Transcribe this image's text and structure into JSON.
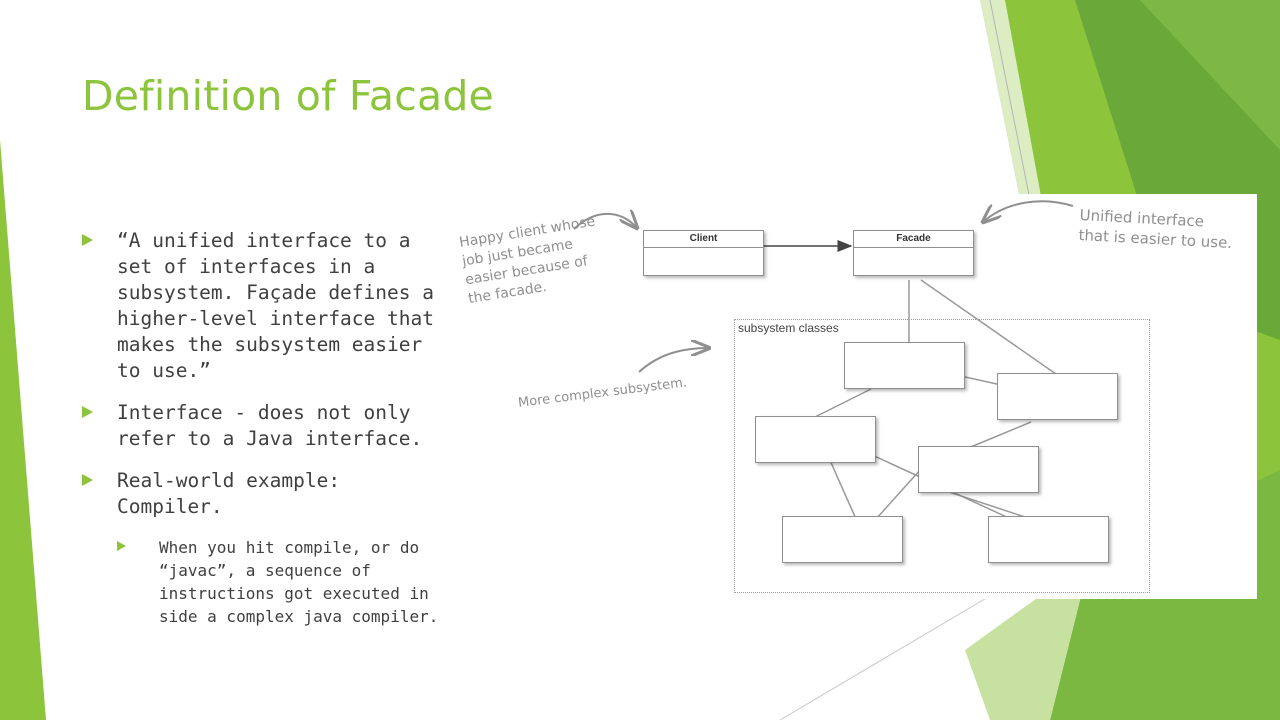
{
  "slide": {
    "title": "Definition of Facade",
    "bullets": [
      "“A unified interface to a set of interfaces in a subsystem. Façade defines a higher-level interface that makes the subsystem easier to use.”",
      "Interface - does not only refer to a Java interface.",
      "Real-world example: Compiler."
    ],
    "sub_bullets": [
      "When you hit compile, or do “javac”, a sequence of instructions got executed in side a complex java compiler."
    ]
  },
  "diagram": {
    "client_label": "Client",
    "facade_label": "Facade",
    "subsystem_label": "subsystem classes",
    "annotations": {
      "happy_client": [
        "Happy client whose",
        "job just became",
        "easier because of",
        "the facade."
      ],
      "unified_interface": [
        "Unified interface",
        "that is easier to use."
      ],
      "complex_subsystem": "More complex subsystem."
    }
  },
  "colors": {
    "accent": "#8cc43c",
    "dark_green": "#5c9a32",
    "text": "#404040"
  }
}
